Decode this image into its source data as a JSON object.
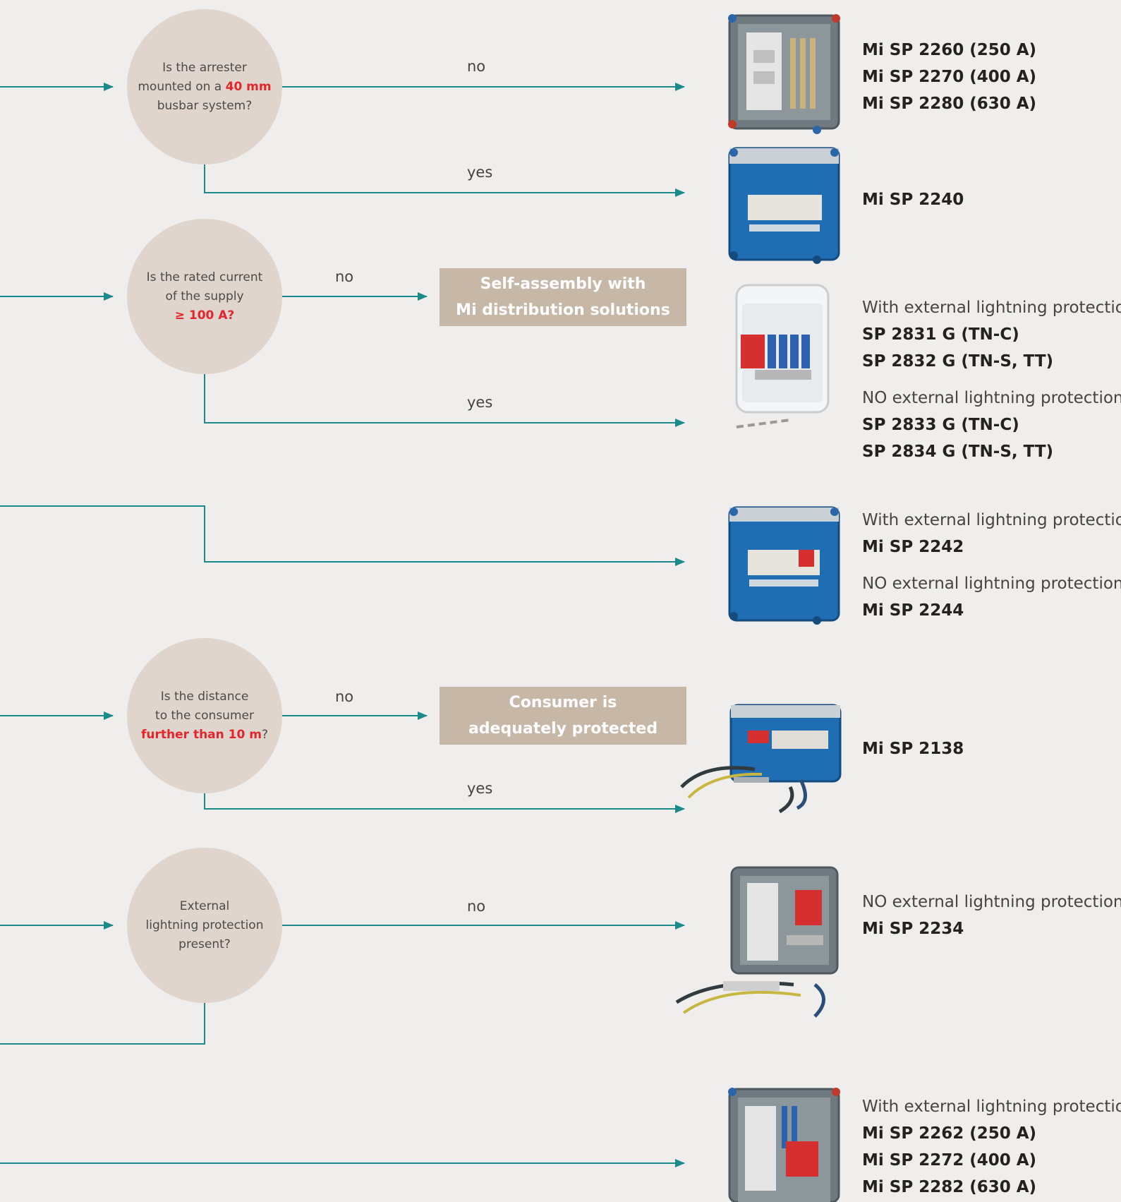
{
  "colors": {
    "line": "#1a8a8a",
    "circle": "#dfd5cd",
    "box": "#c7b7a6",
    "highlight": "#e3262b"
  },
  "questions": [
    {
      "pre": "Is the arrester",
      "mid_pre": "mounted on a ",
      "hl": "40 mm",
      "post": "busbar system?"
    },
    {
      "pre": "Is the rated current",
      "mid_pre": "of the supply",
      "hl": "≥ 100 A?",
      "post": ""
    },
    {
      "pre": "Is the distance",
      "mid_pre": "to the consumer",
      "hl": "further than 10 m",
      "hl_suffix": "?"
    },
    {
      "pre": "External",
      "mid_pre": "lightning protection",
      "post": "present?"
    }
  ],
  "branch_labels": {
    "no": "no",
    "yes": "yes"
  },
  "boxes": {
    "self_assembly": [
      "Self-assembly with",
      "Mi distribution solutions"
    ],
    "consumer": [
      "Consumer is",
      "adequately protected"
    ]
  },
  "products": [
    {
      "lines": [
        "Mi SP 2260 (250 A)",
        "Mi SP 2270 (400 A)",
        "Mi SP 2280 (630 A)"
      ]
    },
    {
      "lines": [
        "Mi SP 2240"
      ]
    },
    {
      "h1": "With external lightning protection",
      "l1": [
        "SP 2831 G (TN-C)",
        "SP 2832 G (TN-S, TT)"
      ],
      "h2": "NO external lightning protection",
      "l2": [
        "SP 2833 G (TN-C)",
        "SP 2834 G (TN-S, TT)"
      ]
    },
    {
      "h1": "With external lightning protection",
      "l1": [
        "Mi SP 2242"
      ],
      "h2": "NO external lightning protection",
      "l2": [
        "Mi SP 2244"
      ]
    },
    {
      "lines": [
        "Mi SP 2138"
      ]
    },
    {
      "h1": "NO external lightning protection",
      "l1": [
        "Mi SP 2234"
      ]
    },
    {
      "h1": "With external lightning protection",
      "l1": [
        "Mi SP 2262 (250 A)",
        "Mi SP 2272 (400 A)",
        "Mi SP 2282 (630 A)"
      ]
    }
  ],
  "product_images": [
    "enclosure-grey-fuse",
    "enclosure-blue",
    "enclosure-transparent-arrester",
    "enclosure-blue-arrester",
    "enclosure-blue-compact-cables",
    "enclosure-grey-cables",
    "enclosure-grey-arrester"
  ]
}
